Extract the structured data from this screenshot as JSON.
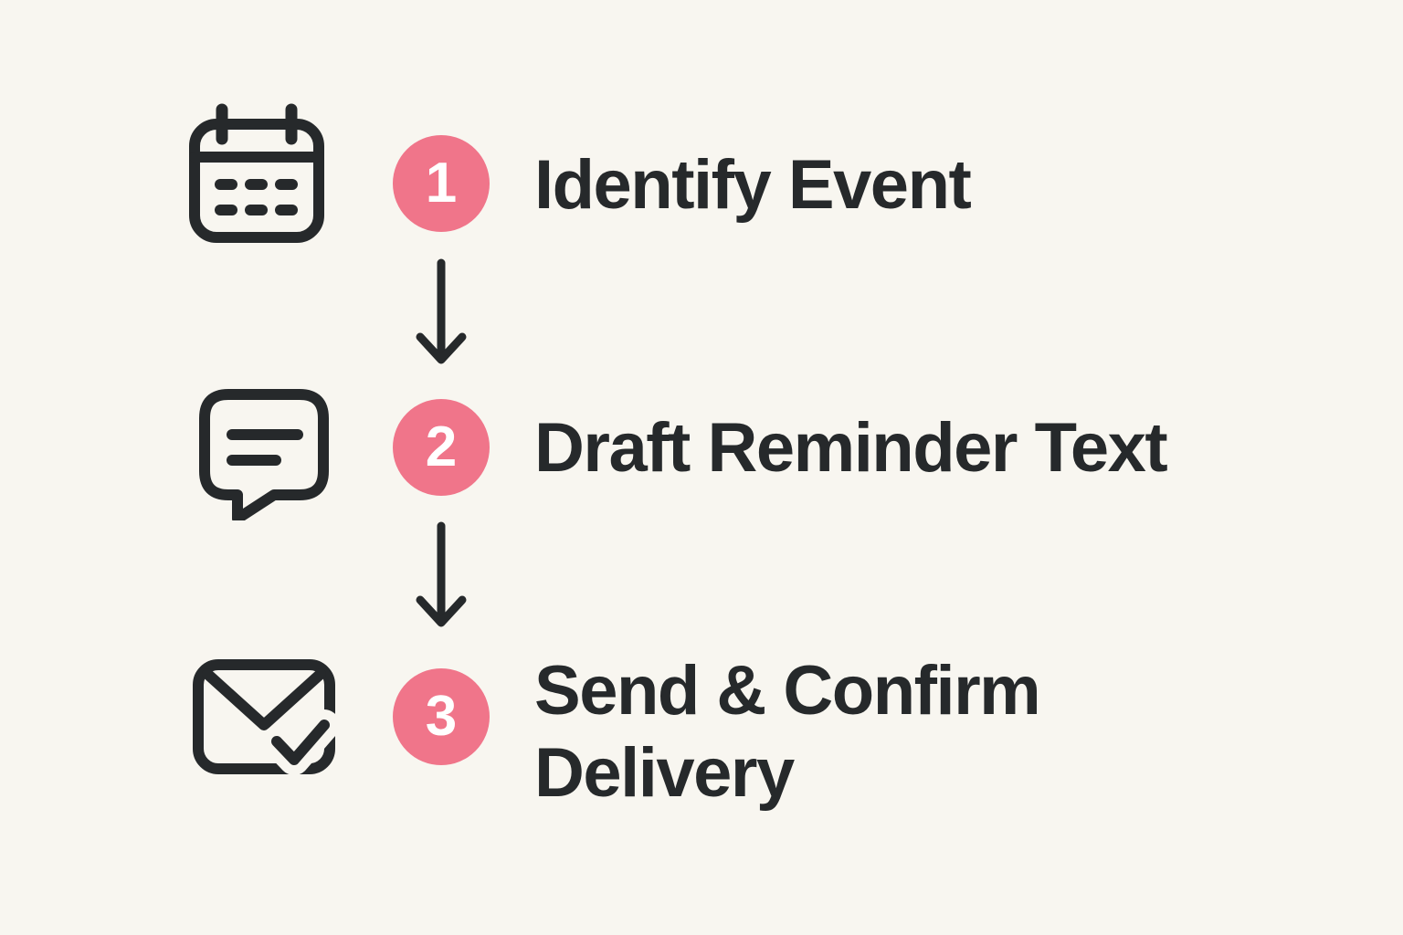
{
  "page": {
    "background_color": "#F8F6F0",
    "accent_color": "#F0758A",
    "ink_color": "#26292B"
  },
  "steps": [
    {
      "number": "1",
      "label": "Identify Event",
      "icon": "calendar-icon"
    },
    {
      "number": "2",
      "label": "Draft Reminder Text",
      "icon": "chat-bubble-icon"
    },
    {
      "number": "3",
      "label": "Send & Confirm Delivery",
      "icon": "envelope-check-icon"
    }
  ],
  "connectors": [
    {
      "icon": "arrow-down-icon"
    },
    {
      "icon": "arrow-down-icon"
    }
  ]
}
